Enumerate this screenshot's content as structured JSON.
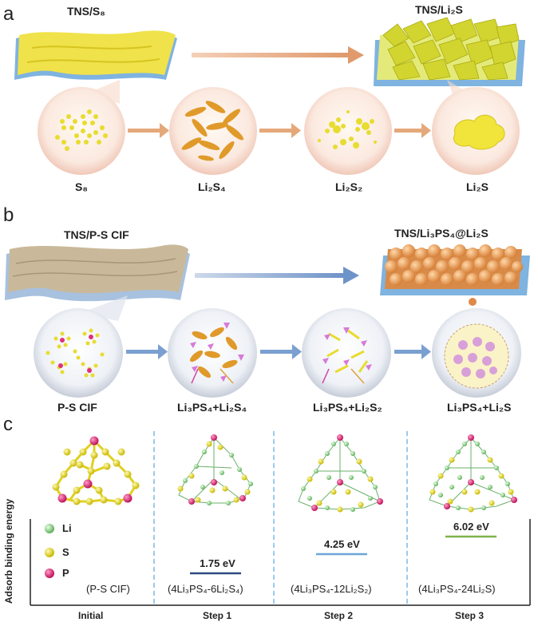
{
  "panel_a": {
    "letter": "a",
    "left_title": "TNS/S₈",
    "right_title": "TNS/Li₂S",
    "stages": [
      "S₈",
      "Li₂S₄",
      "Li₂S₂",
      "Li₂S"
    ]
  },
  "panel_b": {
    "letter": "b",
    "left_title": "TNS/P-S CIF",
    "right_title": "TNS/Li₃PS₄@Li₂S",
    "stages": [
      "P-S CIF",
      "Li₃PS₄+Li₂S₄",
      "Li₃PS₄+Li₂S₂",
      "Li₃PS₄+Li₂S"
    ]
  },
  "panel_c": {
    "letter": "c",
    "ylabel": "Adsorb binding energy",
    "legend": [
      {
        "label": "Li",
        "color": "#8fd18a"
      },
      {
        "label": "S",
        "color": "#e8e03a"
      },
      {
        "label": "P",
        "color": "#e0307a"
      }
    ],
    "columns": [
      {
        "step": "Initial",
        "caption": "(P-S CIF)",
        "energy": ""
      },
      {
        "step": "Step 1",
        "caption": "(4Li₃PS₄-6Li₂S₄)",
        "energy": "1.75 eV"
      },
      {
        "step": "Step 2",
        "caption": "(4Li₃PS₄-12Li₂S₂)",
        "energy": "4.25 eV"
      },
      {
        "step": "Step 3",
        "caption": "(4Li₃PS₄-24Li₂S)",
        "energy": "6.02 eV"
      }
    ],
    "level_colors": [
      "#2c4a80",
      "#6aa6d8",
      "#7fb24a"
    ]
  }
}
